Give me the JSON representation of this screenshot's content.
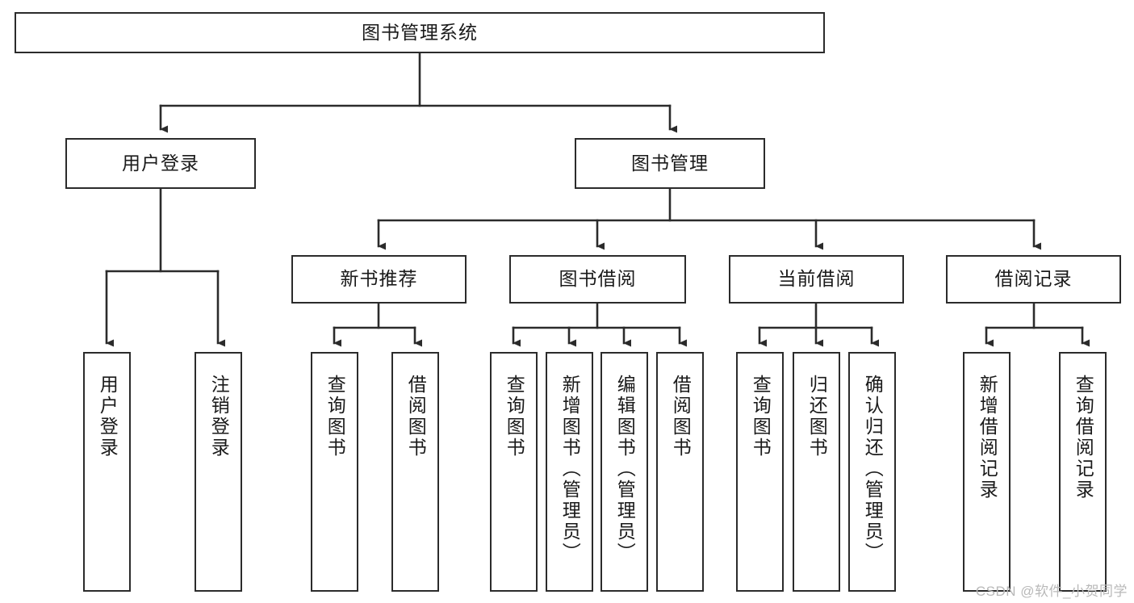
{
  "diagram": {
    "title": "图书管理系统",
    "type": "tree-hierarchy",
    "watermark": "CSDN @软件_小贺同学",
    "colors": {
      "background": "#ffffff",
      "border": "#2b2b2b",
      "text": "#1a1a1a",
      "connector": "#2b2b2b",
      "watermark": "#b9b9b9"
    },
    "root": {
      "label": "图书管理系统"
    },
    "level2": [
      {
        "label": "用户登录"
      },
      {
        "label": "图书管理"
      }
    ],
    "level3": [
      {
        "label": "新书推荐"
      },
      {
        "label": "图书借阅"
      },
      {
        "label": "当前借阅"
      },
      {
        "label": "借阅记录"
      }
    ],
    "leaves": {
      "user_login": [
        {
          "label": "用户登录"
        },
        {
          "label": "注销登录"
        }
      ],
      "new_book_recommend": [
        {
          "label": "查询图书"
        },
        {
          "label": "借阅图书"
        }
      ],
      "book_borrow": [
        {
          "label": "查询图书"
        },
        {
          "label": "新增图书（管理员）"
        },
        {
          "label": "编辑图书（管理员）"
        },
        {
          "label": "借阅图书"
        }
      ],
      "current_borrow": [
        {
          "label": "查询图书"
        },
        {
          "label": "归还图书"
        },
        {
          "label": "确认归还（管理员）"
        }
      ],
      "borrow_record": [
        {
          "label": "新增借阅记录"
        },
        {
          "label": "查询借阅记录"
        }
      ]
    }
  }
}
